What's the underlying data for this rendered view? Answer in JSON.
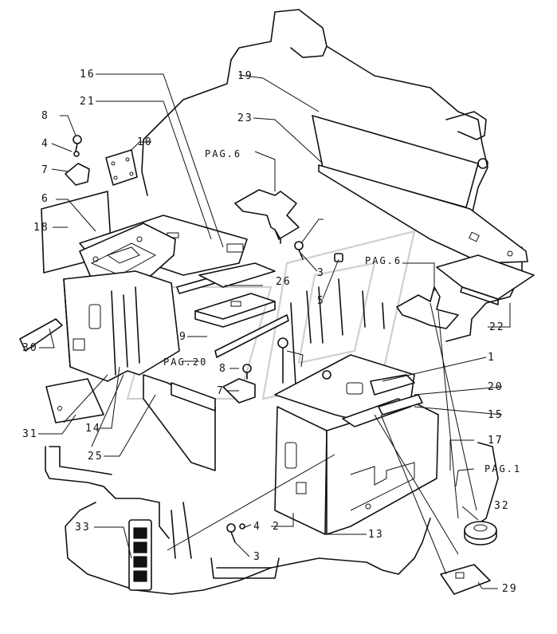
{
  "diagram": {
    "labels": {
      "l1": "1",
      "l2": "2",
      "l3a": "3",
      "l3b": "3",
      "l4a": "4",
      "l4b": "4",
      "l5": "5",
      "l6": "6",
      "l7a": "7",
      "l7b": "7",
      "l8a": "8",
      "l8b": "8",
      "l9": "9",
      "l10": "10",
      "l13": "13",
      "l14": "14",
      "l15": "15",
      "l16": "16",
      "l17": "17",
      "l18": "18",
      "l19": "19",
      "l20": "20",
      "l21": "21",
      "l22": "22",
      "l23": "23",
      "l25": "25",
      "l26": "26",
      "l29": "29",
      "l30": "30",
      "l31": "31",
      "l32": "32",
      "l33": "33"
    },
    "page_refs": {
      "pag6a": "PAG.6",
      "pag6b": "PAG.6",
      "pag20": "PAG.20",
      "pag1": "PAG.1"
    }
  }
}
